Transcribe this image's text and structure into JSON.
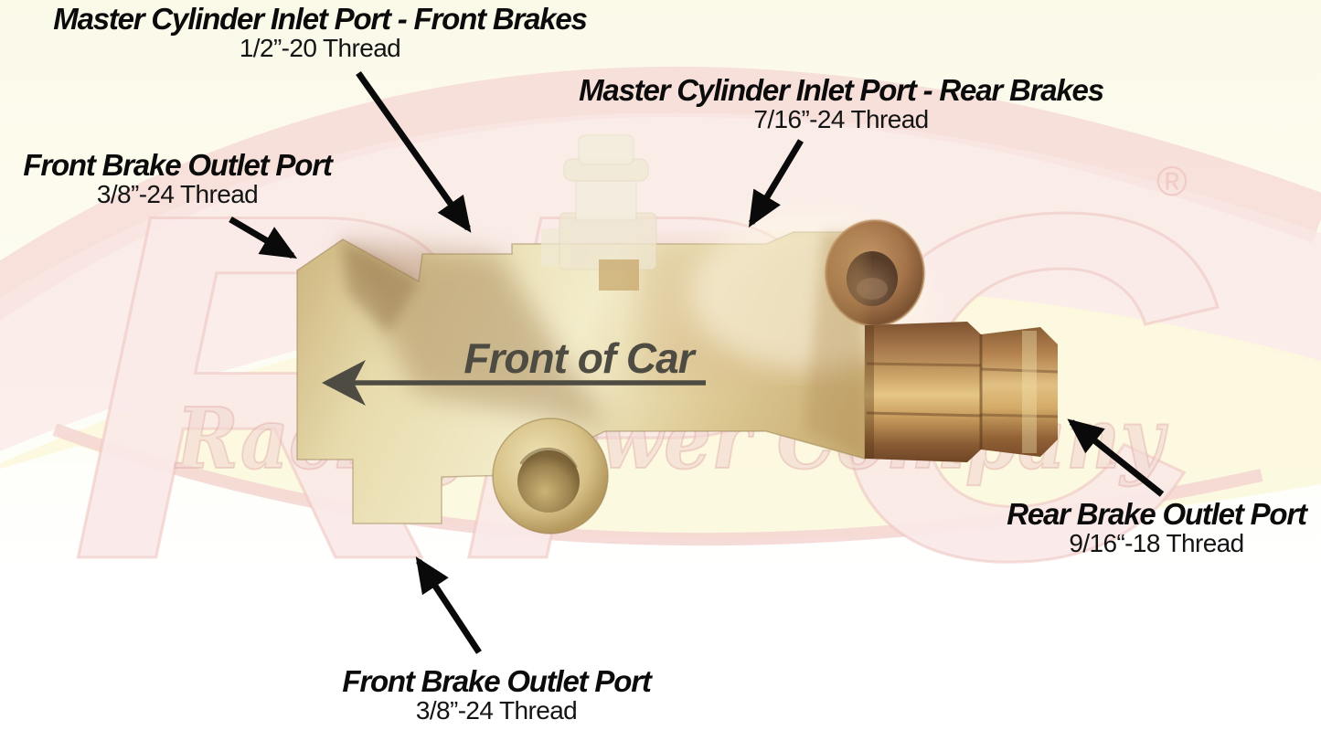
{
  "diagram": {
    "subject": "brake proportioning valve (disc/drum) port identification",
    "direction_label": {
      "text": "Front of Car",
      "color": "#4e4c42"
    },
    "callouts": [
      {
        "id": "master-cylinder-inlet-front",
        "title": "Master Cylinder Inlet Port - Front Brakes",
        "subtitle": "1/2”-20 Thread"
      },
      {
        "id": "master-cylinder-inlet-rear",
        "title": "Master Cylinder Inlet Port - Rear Brakes",
        "subtitle": "7/16”-24 Thread"
      },
      {
        "id": "front-brake-outlet-left",
        "title": "Front Brake Outlet Port",
        "subtitle": "3/8”-24 Thread"
      },
      {
        "id": "rear-brake-outlet",
        "title": "Rear Brake Outlet Port",
        "subtitle": "9/16“-18 Thread"
      },
      {
        "id": "front-brake-outlet-bottom",
        "title": "Front Brake Outlet Port",
        "subtitle": "3/8”-24 Thread"
      }
    ],
    "colors": {
      "label_text": "#0b0b0b",
      "arrow": "#0a0a0a",
      "brass_light": "#f3ecca",
      "brass_mid": "#d9c28a",
      "brass_dark": "#9c7848",
      "bronze_fitting": "#a5764a"
    }
  },
  "watermark": {
    "initials": "RPC",
    "script_text": "Racing Power Company",
    "registered": "®",
    "accent_color": "#e2a49e",
    "field_color": "#fbf8dc"
  }
}
